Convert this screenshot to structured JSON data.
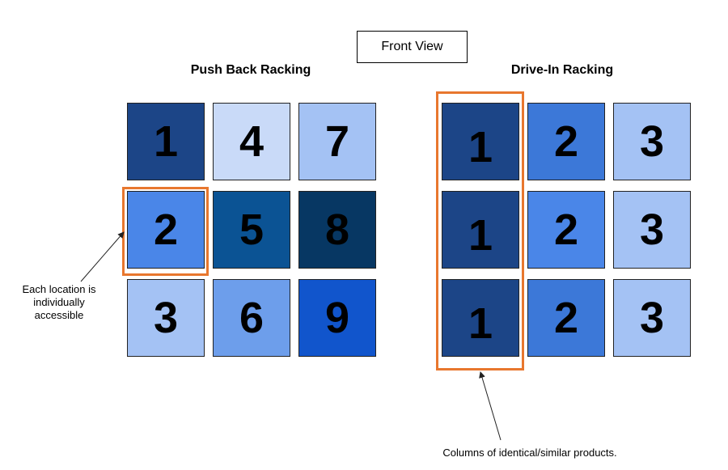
{
  "header": {
    "front_view_label": "Front View"
  },
  "push_back": {
    "title": "Push Back Racking",
    "cells": [
      {
        "label": "1",
        "color": "#1c4587"
      },
      {
        "label": "4",
        "color": "#c9daf8"
      },
      {
        "label": "7",
        "color": "#a4c2f4"
      },
      {
        "label": "2",
        "color": "#4a86e8"
      },
      {
        "label": "5",
        "color": "#0b5394"
      },
      {
        "label": "8",
        "color": "#073763"
      },
      {
        "label": "3",
        "color": "#a4c2f4"
      },
      {
        "label": "6",
        "color": "#6d9eeb"
      },
      {
        "label": "9",
        "color": "#1155cc"
      }
    ],
    "annotation": "Each location is individually accessible"
  },
  "drive_in": {
    "title": "Drive-In Racking",
    "cells": [
      {
        "label": "1",
        "color": "#1c4587"
      },
      {
        "label": "2",
        "color": "#3c78d8"
      },
      {
        "label": "3",
        "color": "#a4c2f4"
      },
      {
        "label": "1",
        "color": "#1c4587"
      },
      {
        "label": "2",
        "color": "#4a86e8"
      },
      {
        "label": "3",
        "color": "#a4c2f4"
      },
      {
        "label": "1",
        "color": "#1c4587"
      },
      {
        "label": "2",
        "color": "#3c78d8"
      },
      {
        "label": "3",
        "color": "#a4c2f4"
      }
    ],
    "annotation": "Columns of identical/similar products."
  },
  "colors": {
    "highlight": "#e8772e"
  }
}
